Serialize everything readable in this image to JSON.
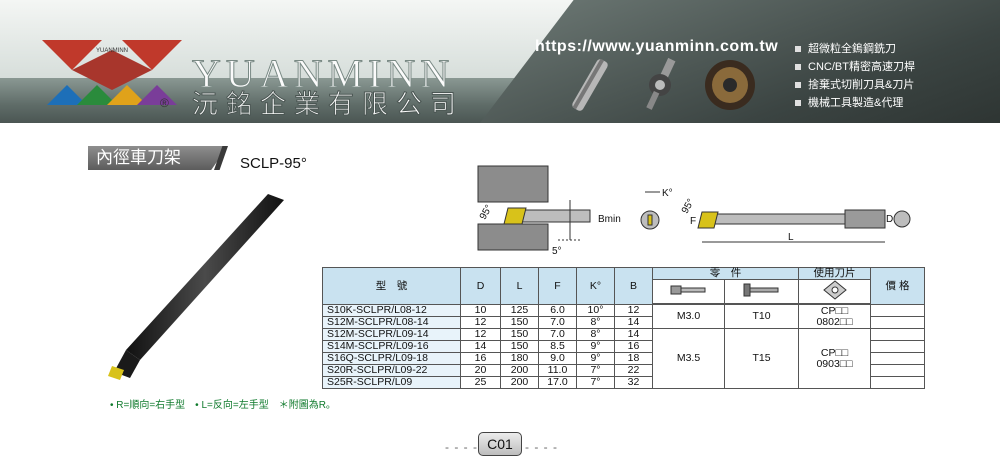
{
  "header": {
    "logo_small_text": "YUANMINN",
    "brand": "YUANMINN",
    "registered": "®",
    "company": "沅銘企業有限公司",
    "url": "https://www.yuanminn.com.tw",
    "categories": [
      "超微粒全鎢鋼銑刀",
      "CNC/BT精密高速刀桿",
      "捨棄式切削刀具&刀片",
      "機械工具製造&代理"
    ]
  },
  "section": {
    "title": "內徑車刀架",
    "model": "SCLP-95°"
  },
  "diagram": {
    "angle_95": "95°",
    "angle_5": "5°",
    "bmin": "Bmin",
    "k": "K°",
    "f": "F",
    "d": "D",
    "l": "L"
  },
  "table": {
    "headers": {
      "model": "型　號",
      "D": "D",
      "L": "L",
      "F": "F",
      "K": "K°",
      "B": "B",
      "parts": "零　件",
      "insert": "使用刀片",
      "price": "價 格"
    },
    "rows": [
      {
        "model": "S10K-SCLPR/L08-12",
        "D": "10",
        "L": "125",
        "F": "6.0",
        "K": "10°",
        "B": "12"
      },
      {
        "model": "S12M-SCLPR/L08-14",
        "D": "12",
        "L": "150",
        "F": "7.0",
        "K": "8°",
        "B": "14"
      },
      {
        "model": "S12M-SCLPR/L09-14",
        "D": "12",
        "L": "150",
        "F": "7.0",
        "K": "8°",
        "B": "14"
      },
      {
        "model": "S14M-SCLPR/L09-16",
        "D": "14",
        "L": "150",
        "F": "8.5",
        "K": "9°",
        "B": "16"
      },
      {
        "model": "S16Q-SCLPR/L09-18",
        "D": "16",
        "L": "180",
        "F": "9.0",
        "K": "9°",
        "B": "18"
      },
      {
        "model": "S20R-SCLPR/L09-22",
        "D": "20",
        "L": "200",
        "F": "11.0",
        "K": "7°",
        "B": "22"
      },
      {
        "model": "S25R-SCLPR/L09",
        "D": "25",
        "L": "200",
        "F": "17.0",
        "K": "7°",
        "B": "32"
      }
    ],
    "group1": {
      "screw": "M3.0",
      "key": "T10",
      "insert_line1": "CP□□",
      "insert_line2": "0802□□"
    },
    "group2": {
      "screw": "M3.5",
      "key": "T15",
      "insert_line1": "CP□□",
      "insert_line2": "0903□□"
    }
  },
  "note": "• R=順向=右手型　• L=反向=左手型　＊附圖為R。",
  "page": {
    "number": "C01",
    "dash": "- - - -"
  }
}
